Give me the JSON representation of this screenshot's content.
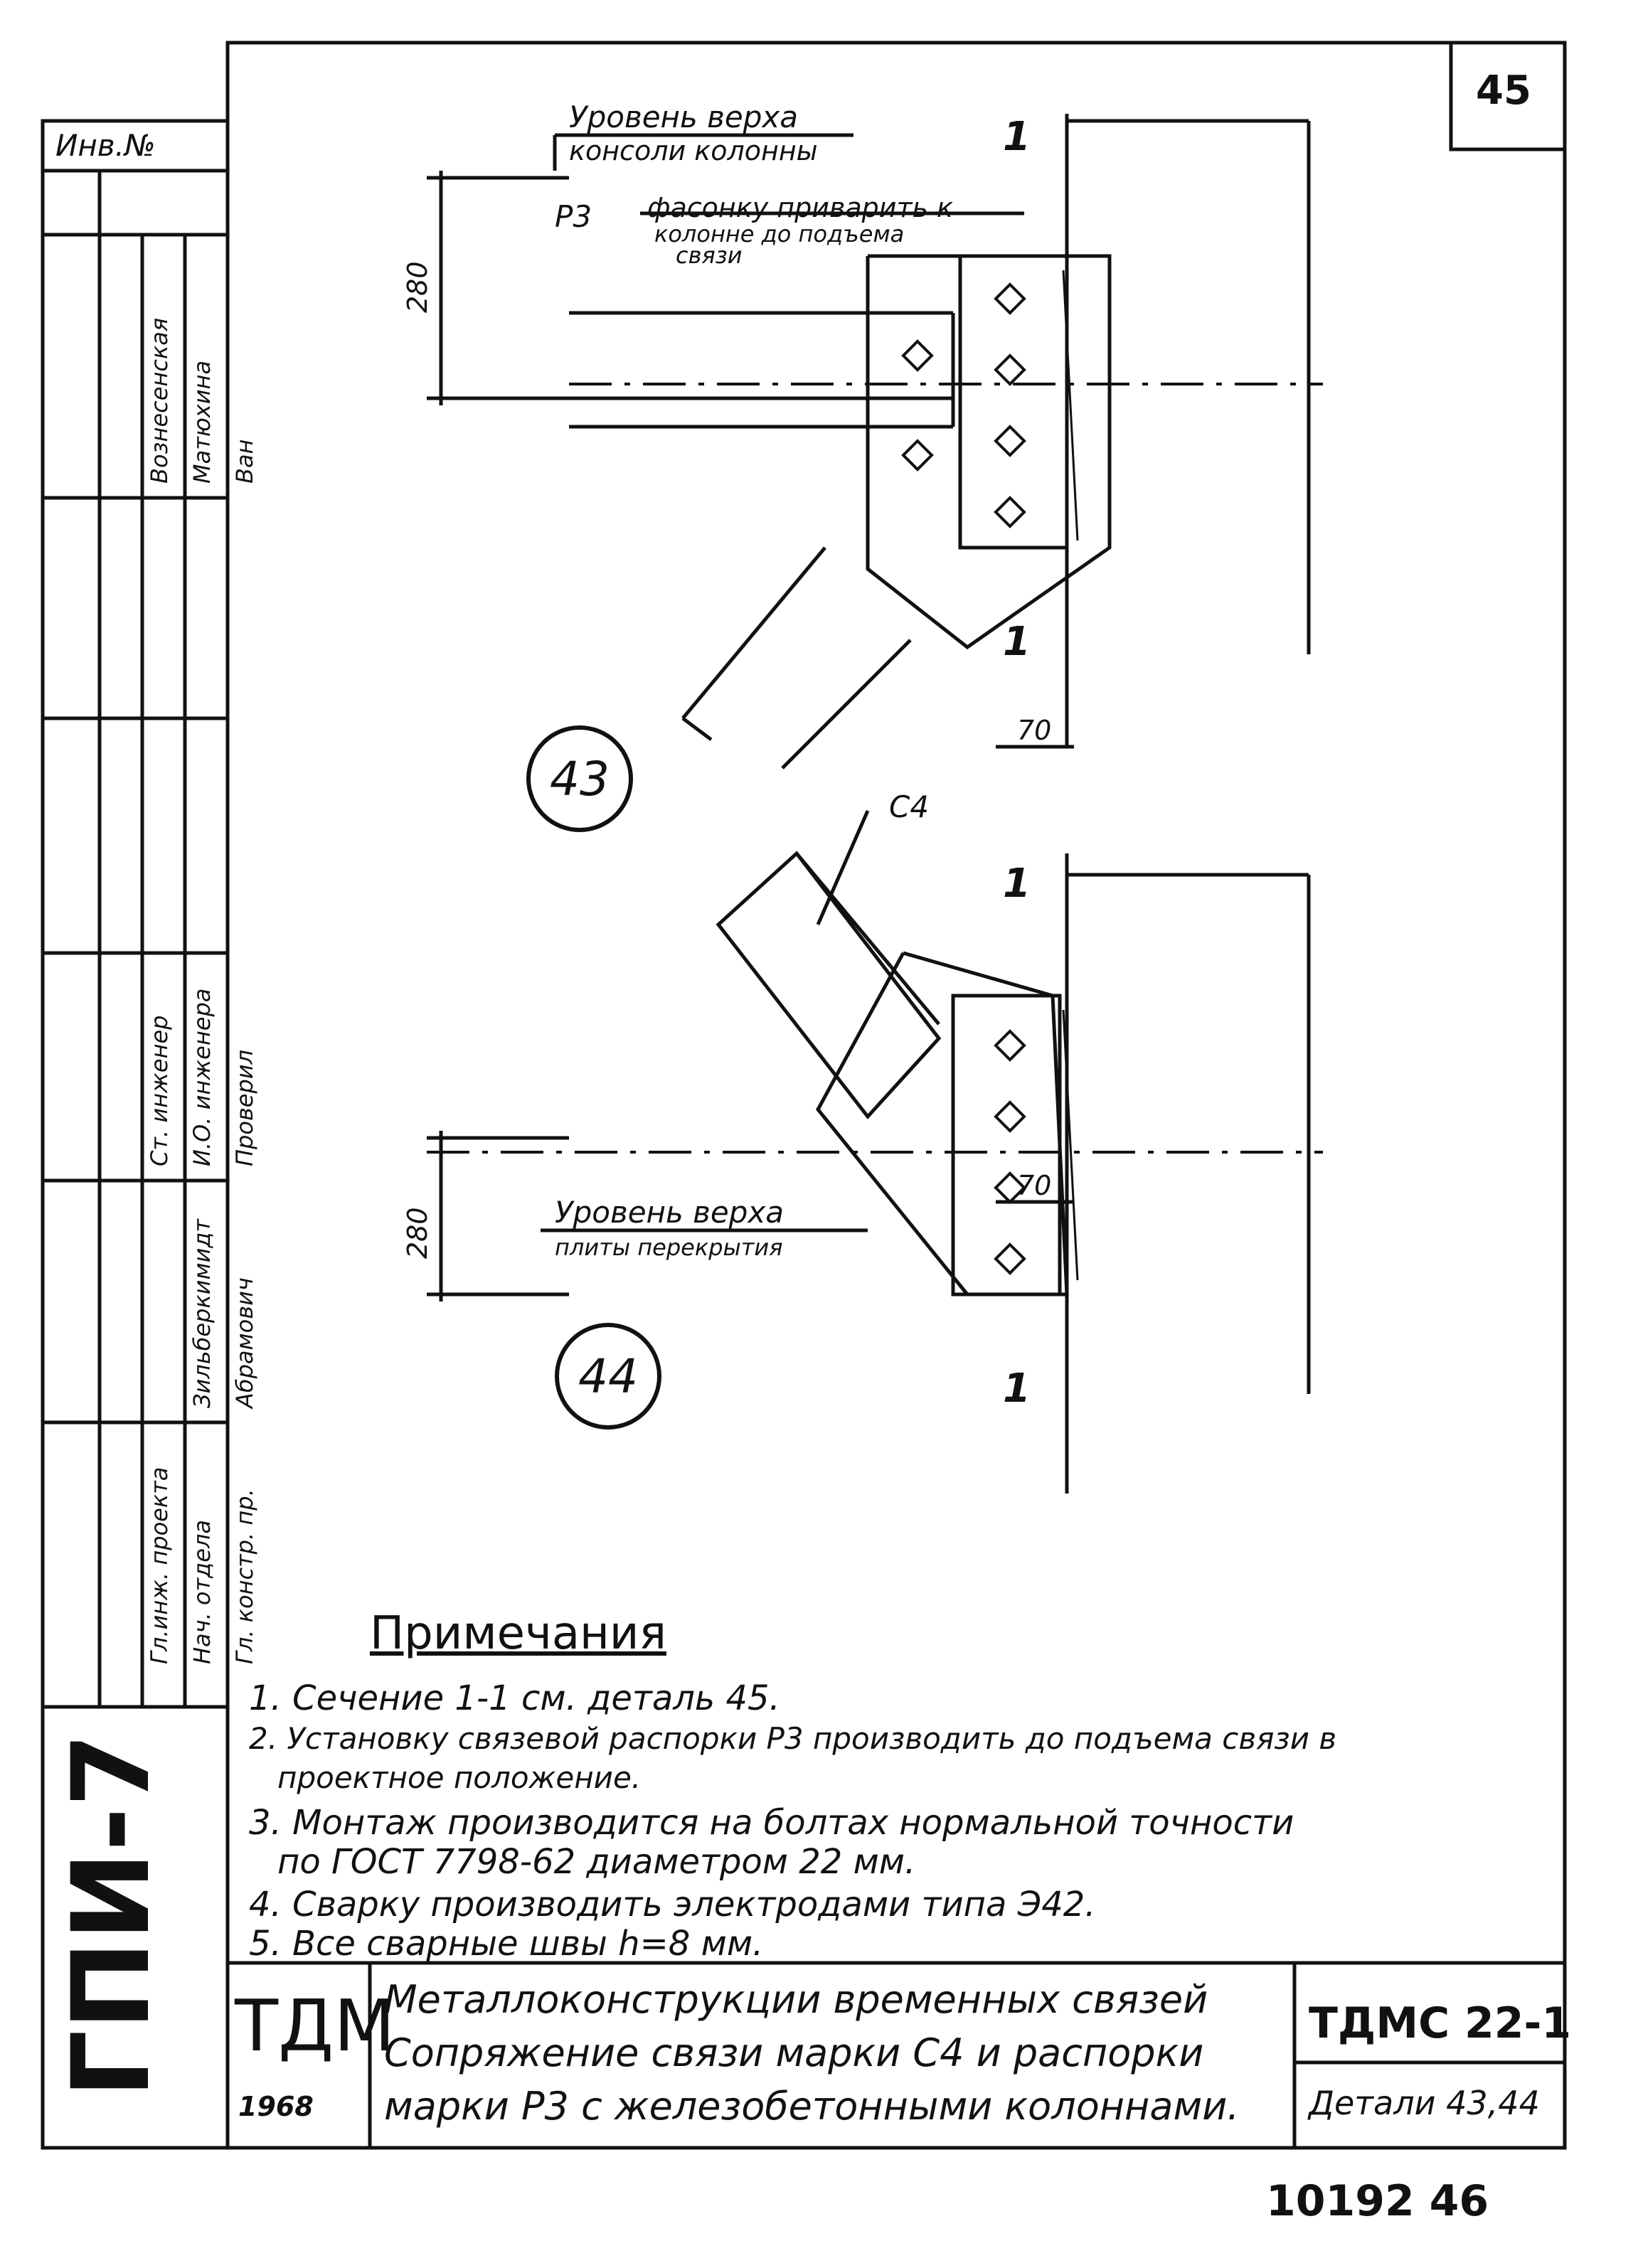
{
  "sheet": {
    "number": "45",
    "footer": "10192   46"
  },
  "side_panel": {
    "inv_label": "Инв.№",
    "stamp_code": "ГПИ-7",
    "roles": [
      "Гл.инж. проекта",
      "Нач. отдела",
      "Гл. констр. пр.",
      "Ст. инженер",
      "И.О. инженера",
      "Проверил"
    ],
    "names": [
      "Зильберкимидт",
      "Абрамович",
      "Вознесенская",
      "Матюхина",
      "Ван"
    ]
  },
  "drawing": {
    "detail_43": "43",
    "detail_44": "44",
    "label_top_level": "Уровень верха",
    "label_top_level_sub": "консоли колонны",
    "label_p3": "Р3",
    "label_weld_note": "фасонку приварить к",
    "label_weld_note_2": "колонне до подъема",
    "label_weld_note_3": "связи",
    "label_c4": "С4",
    "label_slab_level": "Уровень верха",
    "label_slab_level_sub": "плиты перекрытия",
    "dim_280_top": "280",
    "dim_280_bottom": "280",
    "dim_70_top": "70",
    "dim_70_bottom": "70",
    "section_mark": "1"
  },
  "notes": {
    "title": "Примечания",
    "items": [
      "1. Сечение 1-1 см. деталь 45.",
      "2. Установку связевой распорки Р3 производить до подъема связи в",
      "проектное положение.",
      "3. Монтаж производится на болтах нормальной точности",
      "по ГОСТ 7798-62 диаметром 22 мм.",
      "4. Сварку производить электродами типа Э42.",
      "5. Все сварные швы h=8 мм."
    ]
  },
  "title_block": {
    "org": "ТДМ",
    "year": "1968",
    "title_line1": "Металлоконструкции временных связей",
    "title_line2": "Сопряжение связи марки С4 и распорки",
    "title_line3": "марки Р3 с железобетонными колоннами.",
    "code": "ТДМС 22-1",
    "details": "Детали 43,44"
  }
}
